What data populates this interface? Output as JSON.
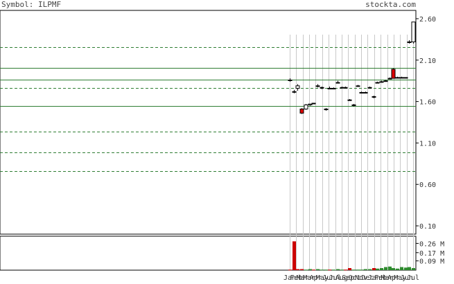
{
  "header": {
    "symbol_label": "Symbol: ILPMF",
    "site": "stockta.com"
  },
  "colors": {
    "frame": "#000000",
    "grid_vertical": "#c8c8c8",
    "moving_avg_solid": "#2e7d32",
    "moving_avg_dashed": "#2e7d32",
    "up_candle": "#ffffff",
    "down_candle": "#dd0000",
    "volume_up": "#2e8b2e",
    "volume_down": "#cc0000",
    "text": "#333333"
  },
  "chart_data": [
    {
      "type": "candlestick",
      "title": "Symbol: ILPMF",
      "ylim": [
        0,
        2.7
      ],
      "price_ticks": [
        2.6,
        2.1,
        1.6,
        1.1,
        0.6,
        0.1
      ],
      "price_tick_labels": [
        "2.60",
        "2.10",
        "1.60",
        "1.10",
        "0.60",
        "0.10"
      ],
      "month_labels": [
        "Jan",
        "Feb",
        "Mar",
        "Mar",
        "Apr",
        "May",
        "Jun",
        "Jul",
        "Aug",
        "Sep",
        "Oct",
        "Nov",
        "Dec",
        "Jan",
        "Feb",
        "Mar",
        "Apr",
        "May",
        "Jun",
        "Jul"
      ],
      "reference_lines_solid": [
        2.01,
        1.86,
        1.55
      ],
      "reference_lines_dashed": [
        2.26,
        1.76,
        1.24,
        0.99,
        0.76
      ],
      "candles": [
        {
          "open": 1.86,
          "high": 1.88,
          "low": 1.84,
          "close": 1.86
        },
        {
          "open": 1.72,
          "high": 1.74,
          "low": 1.7,
          "close": 1.72
        },
        {
          "open": 1.76,
          "high": 1.81,
          "low": 1.73,
          "close": 1.79
        },
        {
          "open": 1.51,
          "high": 1.52,
          "low": 1.45,
          "close": 1.46
        },
        {
          "open": 1.51,
          "high": 1.57,
          "low": 1.5,
          "close": 1.56
        },
        {
          "open": 1.56,
          "high": 1.57,
          "low": 1.55,
          "close": 1.57
        },
        {
          "open": 1.58,
          "high": 1.58,
          "low": 1.57,
          "close": 1.58
        },
        {
          "open": 1.79,
          "high": 1.81,
          "low": 1.77,
          "close": 1.79
        },
        {
          "open": 1.77,
          "high": 1.78,
          "low": 1.75,
          "close": 1.77
        },
        {
          "open": 1.51,
          "high": 1.52,
          "low": 1.49,
          "close": 1.51
        },
        {
          "open": 1.76,
          "high": 1.78,
          "low": 1.75,
          "close": 1.76
        },
        {
          "open": 1.76,
          "high": 1.77,
          "low": 1.75,
          "close": 1.76
        },
        {
          "open": 1.83,
          "high": 1.85,
          "low": 1.82,
          "close": 1.83
        },
        {
          "open": 1.77,
          "high": 1.78,
          "low": 1.76,
          "close": 1.77
        },
        {
          "open": 1.77,
          "high": 1.78,
          "low": 1.76,
          "close": 1.77
        },
        {
          "open": 1.62,
          "high": 1.63,
          "low": 1.61,
          "close": 1.62
        },
        {
          "open": 1.56,
          "high": 1.57,
          "low": 1.54,
          "close": 1.56
        },
        {
          "open": 1.79,
          "high": 1.8,
          "low": 1.78,
          "close": 1.79
        },
        {
          "open": 1.71,
          "high": 1.72,
          "low": 1.7,
          "close": 1.71
        },
        {
          "open": 1.71,
          "high": 1.72,
          "low": 1.7,
          "close": 1.71
        },
        {
          "open": 1.77,
          "high": 1.78,
          "low": 1.76,
          "close": 1.77
        },
        {
          "open": 1.66,
          "high": 1.67,
          "low": 1.64,
          "close": 1.66
        },
        {
          "open": 1.83,
          "high": 1.84,
          "low": 1.82,
          "close": 1.83
        },
        {
          "open": 1.84,
          "high": 1.85,
          "low": 1.83,
          "close": 1.84
        },
        {
          "open": 1.85,
          "high": 1.86,
          "low": 1.84,
          "close": 1.85
        },
        {
          "open": 1.88,
          "high": 1.89,
          "low": 1.87,
          "close": 1.88
        },
        {
          "open": 1.99,
          "high": 2.0,
          "low": 1.88,
          "close": 1.88
        },
        {
          "open": 1.89,
          "high": 1.9,
          "low": 1.88,
          "close": 1.89
        },
        {
          "open": 1.89,
          "high": 1.9,
          "low": 1.88,
          "close": 1.89
        },
        {
          "open": 1.89,
          "high": 1.89,
          "low": 1.88,
          "close": 1.89
        },
        {
          "open": 2.32,
          "high": 2.34,
          "low": 2.3,
          "close": 2.32
        },
        {
          "open": 2.32,
          "high": 2.56,
          "low": 2.3,
          "close": 2.56
        }
      ]
    },
    {
      "type": "bar",
      "title": "",
      "ylim": [
        0,
        0.33
      ],
      "volume_ticks": [
        0.26,
        0.17,
        0.09
      ],
      "volume_tick_labels": [
        "0.26 M",
        "0.17 M",
        "0.09 M"
      ],
      "volume": [
        {
          "value": 0.005,
          "dir": "down"
        },
        {
          "value": 0.28,
          "dir": "down"
        },
        {
          "value": 0.01,
          "dir": "down"
        },
        {
          "value": 0.01,
          "dir": "down"
        },
        {
          "value": 0.005,
          "dir": "up"
        },
        {
          "value": 0.01,
          "dir": "up"
        },
        {
          "value": 0.005,
          "dir": "down"
        },
        {
          "value": 0.01,
          "dir": "up"
        },
        {
          "value": 0.005,
          "dir": "up"
        },
        {
          "value": 0.005,
          "dir": "up"
        },
        {
          "value": 0.005,
          "dir": "down"
        },
        {
          "value": 0.005,
          "dir": "up"
        },
        {
          "value": 0.01,
          "dir": "up"
        },
        {
          "value": 0.005,
          "dir": "up"
        },
        {
          "value": 0.005,
          "dir": "down"
        },
        {
          "value": 0.02,
          "dir": "down"
        },
        {
          "value": 0.005,
          "dir": "up"
        },
        {
          "value": 0.005,
          "dir": "up"
        },
        {
          "value": 0.005,
          "dir": "up"
        },
        {
          "value": 0.01,
          "dir": "up"
        },
        {
          "value": 0.01,
          "dir": "up"
        },
        {
          "value": 0.02,
          "dir": "down"
        },
        {
          "value": 0.015,
          "dir": "up"
        },
        {
          "value": 0.02,
          "dir": "up"
        },
        {
          "value": 0.03,
          "dir": "up"
        },
        {
          "value": 0.035,
          "dir": "up"
        },
        {
          "value": 0.02,
          "dir": "up"
        },
        {
          "value": 0.015,
          "dir": "up"
        },
        {
          "value": 0.03,
          "dir": "up"
        },
        {
          "value": 0.025,
          "dir": "up"
        },
        {
          "value": 0.03,
          "dir": "up"
        },
        {
          "value": 0.02,
          "dir": "up"
        }
      ]
    }
  ]
}
